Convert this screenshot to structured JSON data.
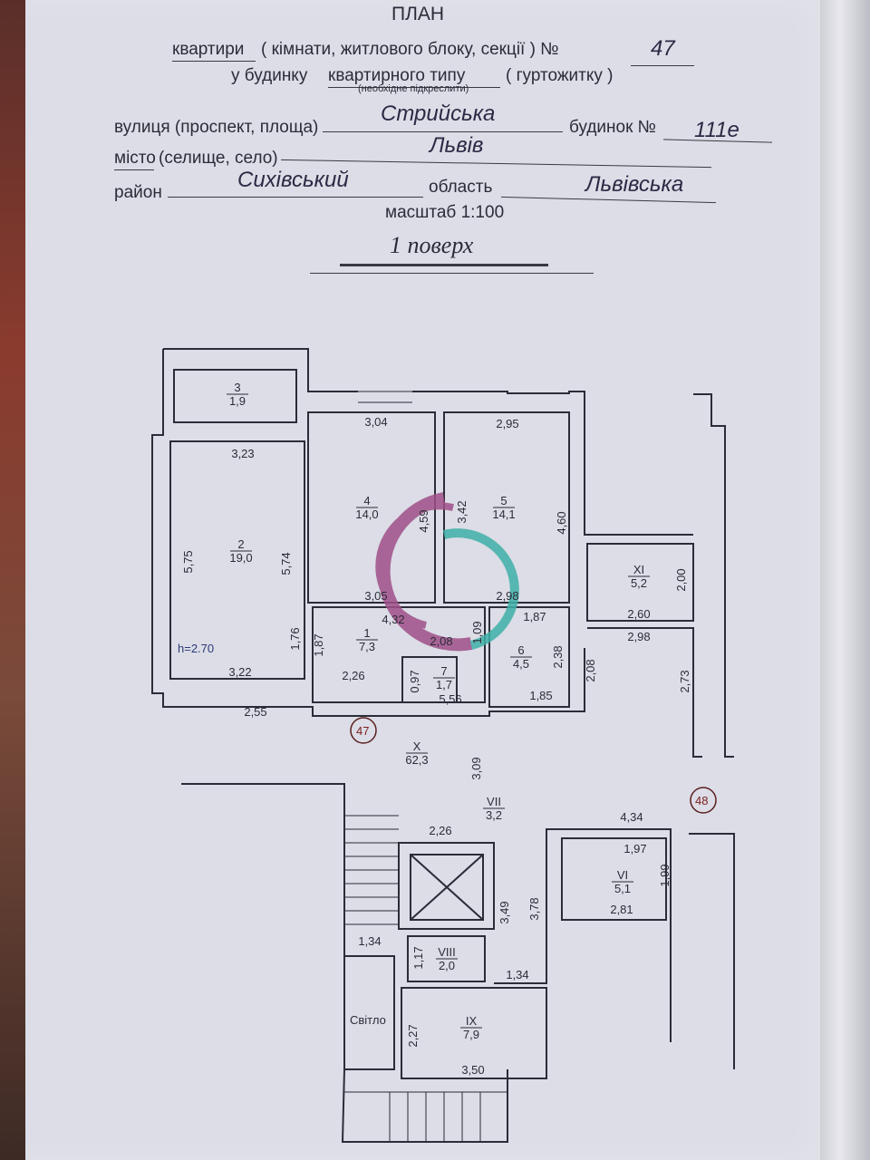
{
  "header": {
    "title": "ПЛАН",
    "line1_prefix": "квартири",
    "line1_rest": "( кімнати, житлового блоку, секції ) №",
    "apartment_no": "47",
    "line2_prefix": "у будинку",
    "line2_underlined": "квартирного типу",
    "line2_rest": "( гуртожитку )",
    "hint": "(необхідне підкреслити)"
  },
  "address": {
    "street_label": "вулиця (проспект, площа)",
    "street": "Стрийська",
    "building_label": "будинок №",
    "building": "111е",
    "city_label_u": "місто",
    "city_label_rest": "(селище, село)",
    "city": "Львів",
    "district_label": "район",
    "district": "Сихівський",
    "region_label": "область",
    "region": "Львівська",
    "scale": "масштаб 1:100",
    "floor": "1 поверх"
  },
  "plan": {
    "rooms": [
      {
        "no": "3",
        "area": "1,9"
      },
      {
        "no": "2",
        "area": "19,0"
      },
      {
        "no": "4",
        "area": "14,0"
      },
      {
        "no": "5",
        "area": "14,1"
      },
      {
        "no": "XI",
        "area": "5,2"
      },
      {
        "no": "1",
        "area": "7,3"
      },
      {
        "no": "6",
        "area": "4,5"
      },
      {
        "no": "7",
        "area": "1,7"
      },
      {
        "no": "X",
        "area": "62,3"
      },
      {
        "no": "VII",
        "area": "3,2"
      },
      {
        "no": "VI",
        "area": "5,1"
      },
      {
        "no": "VIII",
        "area": "2,0"
      },
      {
        "no": "IX",
        "area": "7,9"
      }
    ],
    "light_label": "Світло",
    "height": "h=2.70",
    "unit_47": "47",
    "unit_48": "48",
    "dims": [
      "3,23",
      "3,04",
      "2,95",
      "5,75",
      "5,74",
      "4,59",
      "3,42",
      "4,60",
      "3,05",
      "2,98",
      "4,32",
      "2,08",
      "1,09",
      "1,87",
      "1,76",
      "1,87",
      "3,22",
      "2,26",
      "0,97",
      "2,38",
      "1,85",
      "2,55",
      "5,56",
      "2,00",
      "2,60",
      "2,98",
      "2,08",
      "2,73",
      "3,09",
      "2,26",
      "4,34",
      "1,97",
      "1,99",
      "3,49",
      "3,78",
      "2,81",
      "1,34",
      "1,17",
      "1,34",
      "2,27",
      "3,50"
    ]
  },
  "colors": {
    "paper": "#dcdde6",
    "ink": "#2c2c38",
    "logo_purple": "#a0508a",
    "logo_teal": "#3fb0a8"
  }
}
